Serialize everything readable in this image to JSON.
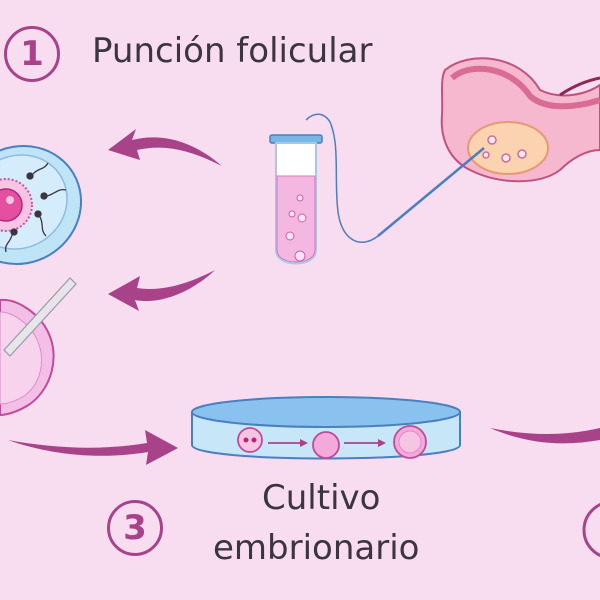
{
  "steps": [
    {
      "number": "1",
      "title": "Punción folicular"
    },
    {
      "number": "3",
      "title_line1": "Cultivo",
      "title_line2": "embrionario"
    }
  ],
  "colors": {
    "background": "#f8dcef",
    "accent": "#a8438a",
    "dish_blue": "#bfe3f7",
    "cell_pink": "#f2a6d6",
    "text": "#3a3540"
  },
  "icons": [
    "petri-dish-icon",
    "test-tube-icon",
    "ovary-icon",
    "egg-cell-icon",
    "needle-icon",
    "culture-dish-icon",
    "embryo-icon",
    "curved-arrow-icon"
  ]
}
